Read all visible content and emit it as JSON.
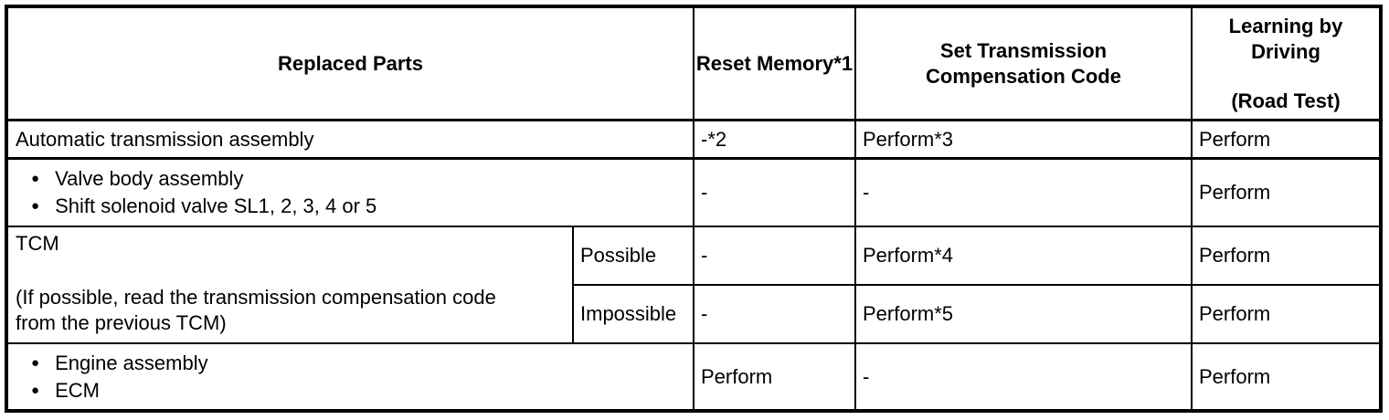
{
  "icons": {
    "bullet": "●"
  },
  "table": {
    "header": {
      "replaced_parts": "Replaced Parts",
      "reset_memory": "Reset Memory*1",
      "set_compensation": "Set Transmission Compensation Code",
      "learning_by_driving": "Learning by Driving",
      "road_test": "(Road Test)"
    },
    "rows": {
      "automatic_transmission": {
        "part": "Automatic transmission assembly",
        "reset_memory": "-*2",
        "set_compensation": "Perform*3",
        "learning": "Perform"
      },
      "valve_body": {
        "items": [
          "Valve body assembly",
          "Shift solenoid valve SL1, 2, 3, 4 or 5"
        ],
        "reset_memory": "-",
        "set_compensation": "-",
        "learning": "Perform"
      },
      "tcm": {
        "part": "TCM",
        "note": "(If possible, read the transmission compensation code from the previous TCM)",
        "possible": {
          "condition": "Possible",
          "reset_memory": "-",
          "set_compensation": "Perform*4",
          "learning": "Perform"
        },
        "impossible": {
          "condition": "Impossible",
          "reset_memory": "-",
          "set_compensation": "Perform*5",
          "learning": "Perform"
        }
      },
      "engine_ecm": {
        "items": [
          "Engine assembly",
          "ECM"
        ],
        "reset_memory": "Perform",
        "set_compensation": "-",
        "learning": "Perform"
      }
    }
  }
}
